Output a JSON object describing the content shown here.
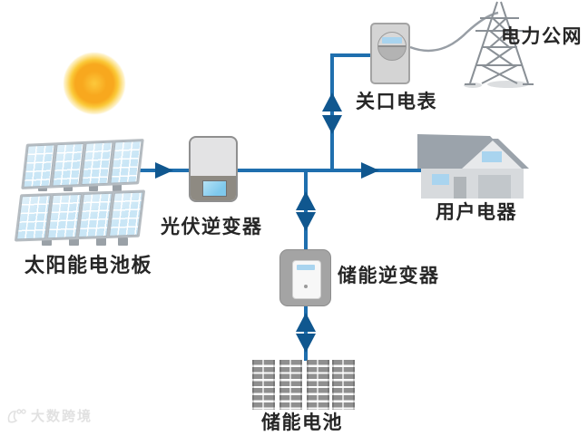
{
  "nodes": {
    "grid": {
      "label": "电力公网"
    },
    "meter": {
      "label": "关口电表"
    },
    "pv_inverter": {
      "label": "光伏逆变器"
    },
    "solar_panel": {
      "label": "太阳能电池板"
    },
    "house": {
      "label": "用户电器"
    },
    "storage_inverter": {
      "label": "储能逆变器"
    },
    "battery": {
      "label": "储能电池"
    }
  },
  "edges": [
    {
      "from": "solar_panel",
      "to": "pv_inverter",
      "direction": "one-way"
    },
    {
      "from": "pv_inverter",
      "to": "house",
      "direction": "one-way"
    },
    {
      "from": "bus_junction",
      "to": "meter",
      "direction": "two-way"
    },
    {
      "from": "bus_junction",
      "to": "storage_inverter",
      "direction": "two-way"
    },
    {
      "from": "storage_inverter",
      "to": "battery",
      "direction": "two-way"
    },
    {
      "from": "meter",
      "to": "grid",
      "direction": "wire"
    }
  ],
  "colors": {
    "background": "#ffffff",
    "line_blue": "#1f6fae",
    "arrow_blue": "#10578f",
    "sun_core": "#f8a81e",
    "sun_glow": "#fde9a6",
    "panel_cell": "#c9e6f6",
    "device_gray": "#d4d4d4",
    "roof_gray": "#9ba3ab",
    "window_blue": "#a9d4ef",
    "battery_gray": "#8f8f8f",
    "label_color": "#262626"
  },
  "watermark": {
    "text": "大数跨境"
  }
}
